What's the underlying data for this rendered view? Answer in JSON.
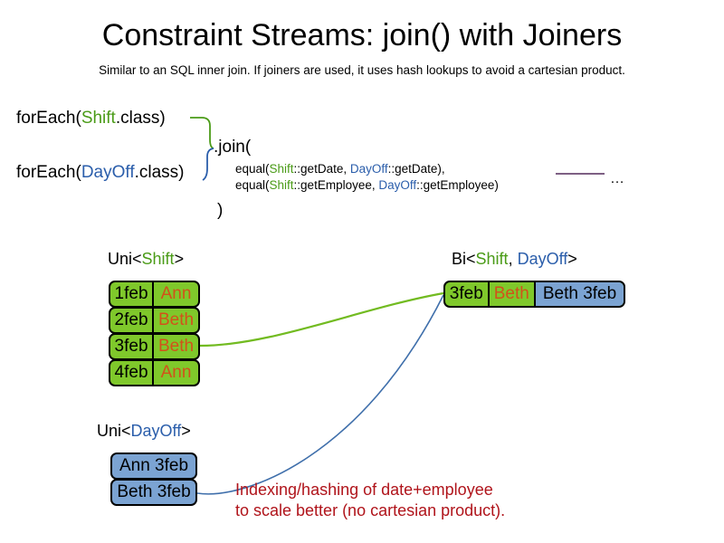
{
  "header": {
    "title": "Constraint Streams: join() with Joiners",
    "subtitle": "Similar to an SQL inner join. If joiners are used, it uses hash lookups to avoid a cartesian product."
  },
  "code": {
    "foreach_shift_prefix": "forEach(",
    "foreach_shift_type": "Shift",
    "foreach_shift_suffix": ".class)",
    "foreach_dayoff_prefix": "forEach(",
    "foreach_dayoff_type": "DayOff",
    "foreach_dayoff_suffix": ".class)",
    "join_open": ".join(",
    "join_close": ")",
    "equal_line1": {
      "prefix": "equal(",
      "left_type": "Shift",
      "left_method": "::getDate, ",
      "right_type": "DayOff",
      "right_method": "::getDate),"
    },
    "equal_line2": {
      "prefix": "equal(",
      "left_type": "Shift",
      "left_method": "::getEmployee, ",
      "right_type": "DayOff",
      "right_method": "::getEmployee)"
    },
    "ellipsis": "…"
  },
  "labels": {
    "uni_shift": {
      "prefix": "Uni<",
      "type": "Shift",
      "suffix": ">"
    },
    "uni_dayoff": {
      "prefix": "Uni<",
      "type": "DayOff",
      "suffix": ">"
    },
    "bi": {
      "prefix": "Bi<",
      "type_a": "Shift",
      "comma": ", ",
      "type_b": "DayOff",
      "suffix": ">"
    }
  },
  "shift_stream": {
    "rows": [
      {
        "date": "1feb",
        "employee": "Ann"
      },
      {
        "date": "2feb",
        "employee": "Beth"
      },
      {
        "date": "3feb",
        "employee": "Beth"
      },
      {
        "date": "4feb",
        "employee": "Ann"
      }
    ]
  },
  "dayoff_stream": {
    "rows": [
      {
        "value": "Ann 3feb"
      },
      {
        "value": "Beth 3feb"
      }
    ]
  },
  "bi_stream": {
    "row": {
      "date": "3feb",
      "employee": "Beth",
      "dayoff": "Beth 3feb"
    }
  },
  "note": {
    "line1": "Indexing/hashing of date+employee",
    "line2": "to scale better (no cartesian product)."
  },
  "colors": {
    "shift_green": "#7fc82b",
    "dayoff_blue": "#7ba3d2",
    "employee_orange": "#d2521a",
    "type_shift": "#4a9b17",
    "type_dayoff": "#2b5eab",
    "note_red": "#b0141b",
    "connector_purple": "#6b4a72"
  }
}
